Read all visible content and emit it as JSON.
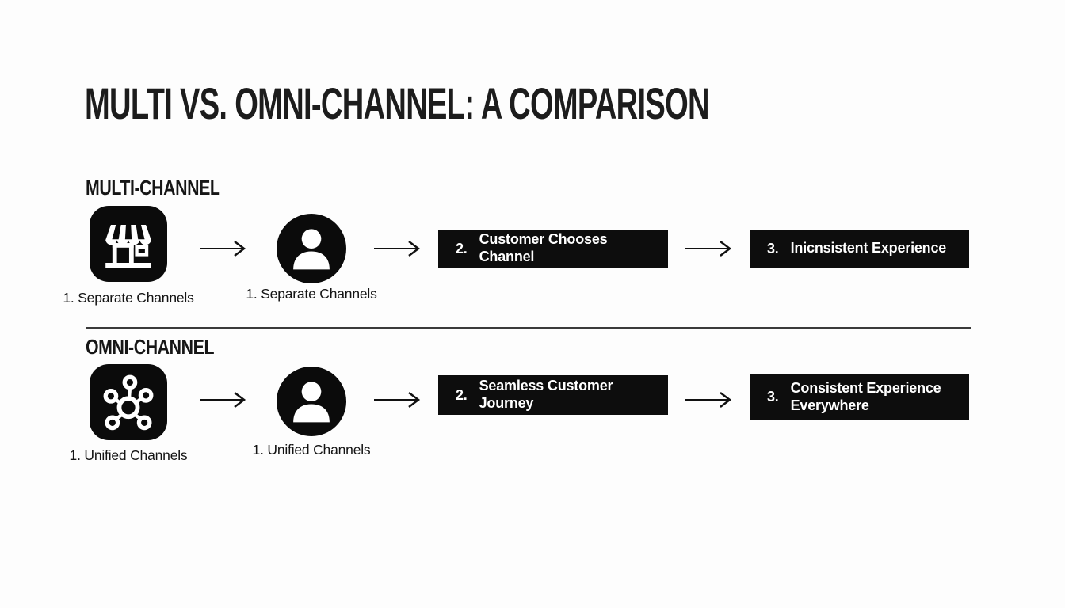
{
  "infographic": {
    "title": "MULTI VS. OMNI-CHANNEL: A COMPARISON"
  },
  "multi": {
    "header": "MULTI-CHANNEL",
    "store_icon": "storefront-icon",
    "store_label": "1. Separate Channels",
    "customer_icon": "person-icon",
    "customer_label": "1. Separate Channels",
    "step2_number": "2.",
    "step2_label": "Customer Chooses Channel",
    "step3_number": "3.",
    "step3_label": "Inicnsistent Experience"
  },
  "omni": {
    "header": "OMNI-CHANNEL",
    "network_icon": "network-hub-icon",
    "network_label": "1. Unified Channels",
    "customer_icon": "person-icon",
    "customer_label": "1. Unified Channels",
    "step2_number": "2.",
    "step2_label": "Seamless Customer Journey",
    "step3_number": "3.",
    "step3_label": "Consistent Experience Everywhere"
  },
  "colors": {
    "background": "#fdfdfd",
    "box_fill": "#0d0d0d",
    "box_text": "#ffffff",
    "heading_text": "#1b1b1b",
    "divider": "#3a3a3a"
  }
}
